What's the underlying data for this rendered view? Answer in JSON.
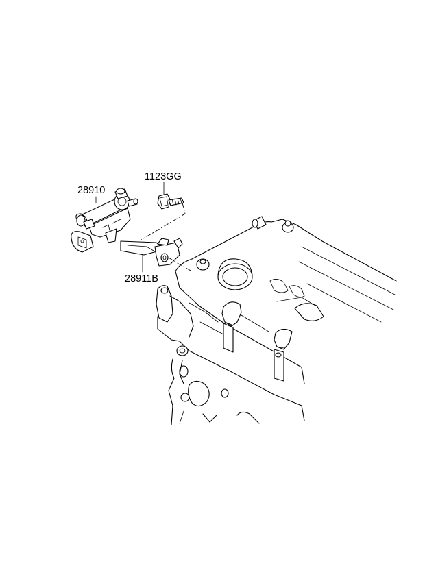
{
  "labels": {
    "bolt": "1123GG",
    "valve": "28910",
    "bracket": "28911B"
  }
}
